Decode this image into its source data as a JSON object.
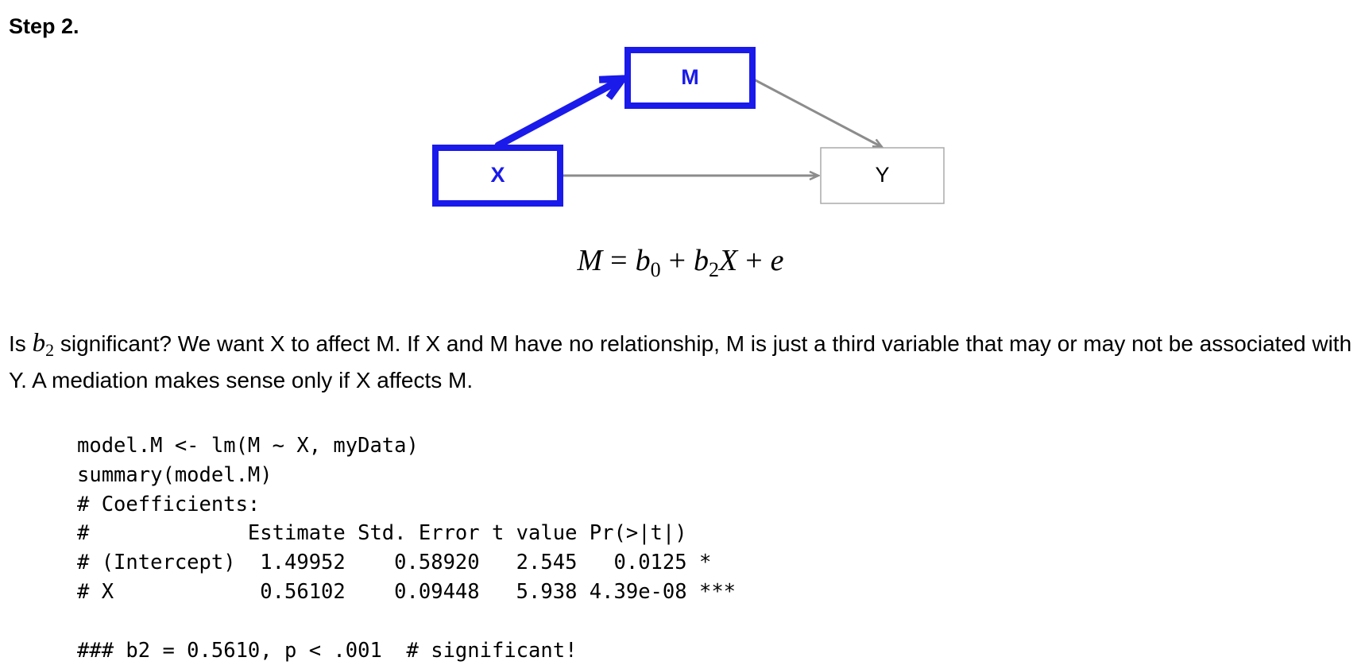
{
  "heading": "Step 2.",
  "diagram": {
    "nodes": {
      "x": {
        "label": "X",
        "highlighted": true
      },
      "m": {
        "label": "M",
        "highlighted": true
      },
      "y": {
        "label": "Y",
        "highlighted": false
      }
    },
    "edges": [
      {
        "from": "X",
        "to": "M",
        "highlighted": true
      },
      {
        "from": "M",
        "to": "Y",
        "highlighted": false
      },
      {
        "from": "X",
        "to": "Y",
        "highlighted": false
      }
    ],
    "colors": {
      "highlight": "#1a1aeb",
      "muted_edge": "#8c8c8c",
      "muted_border": "#aaaaaa",
      "text": "#000000"
    }
  },
  "equation": {
    "lhs": "M",
    "equals": "=",
    "b": "b",
    "sub0": "0",
    "plus": "+",
    "sub2": "2",
    "x": "X",
    "e": "e"
  },
  "paragraph": {
    "lead": "Is ",
    "var_letter": "b",
    "var_sub": "2",
    "rest": "  significant? We want X to affect M. If X and M have no relationship, M is just a third variable that may or may not be associated with Y. A mediation makes sense only if X affects M."
  },
  "code": [
    "model.M <- lm(M ~ X, myData)",
    "summary(model.M)",
    "# Coefficients:",
    "#             Estimate Std. Error t value Pr(>|t|)",
    "# (Intercept)  1.49952    0.58920   2.545   0.0125 *",
    "# X            0.56102    0.09448   5.938 4.39e-08 ***",
    "",
    "### b2 = 0.5610, p < .001  # significant!"
  ]
}
